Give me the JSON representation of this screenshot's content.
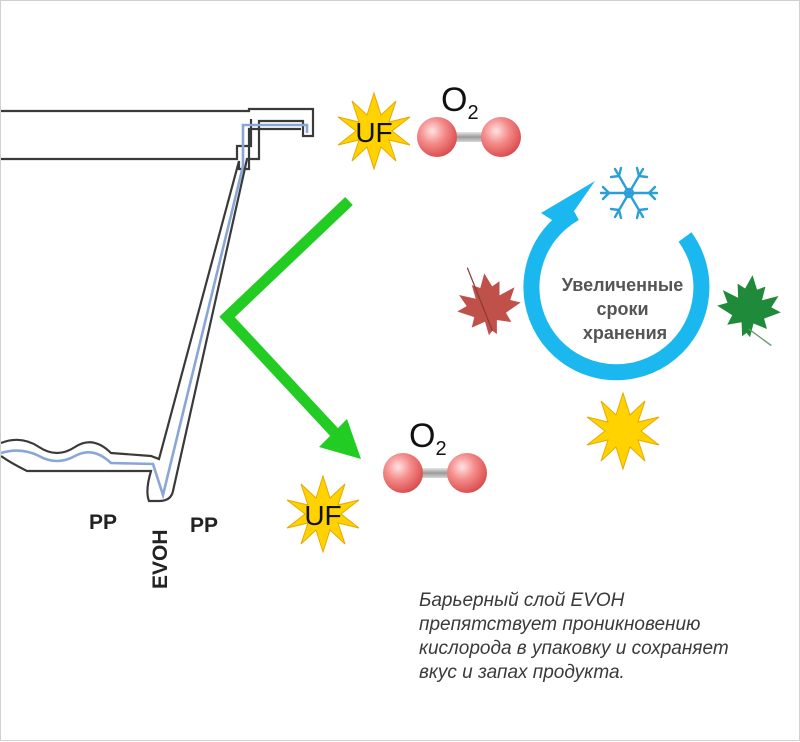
{
  "diagram": {
    "layers": {
      "inner": "PP",
      "barrier": "EVOH",
      "outer": "PP"
    },
    "radiation": "UF",
    "oxygen": {
      "symbol": "O",
      "subscript": "2"
    },
    "cycle_label": [
      "Увеличенные",
      "сроки",
      "хранения"
    ],
    "caption": [
      "Барьерный слой EVOH",
      "препятствует проникновению",
      "кислорода в упаковку  и сохраняет",
      "вкус и запах продукта."
    ],
    "colors": {
      "arrow_green": "#22cc22",
      "cycle_blue": "#1ab8ee",
      "sun_yellow": "#ffd200",
      "oxygen_red": "#f07a7a",
      "evoh_line": "#8aa6d6",
      "maple_red": "#c0504a",
      "maple_green": "#1f8a3a",
      "snowflake_blue": "#2a9fd8"
    },
    "icons": [
      "sun-icon",
      "oxygen-molecule-icon",
      "snowflake-icon",
      "maple-leaf-red-icon",
      "maple-leaf-green-icon"
    ]
  }
}
